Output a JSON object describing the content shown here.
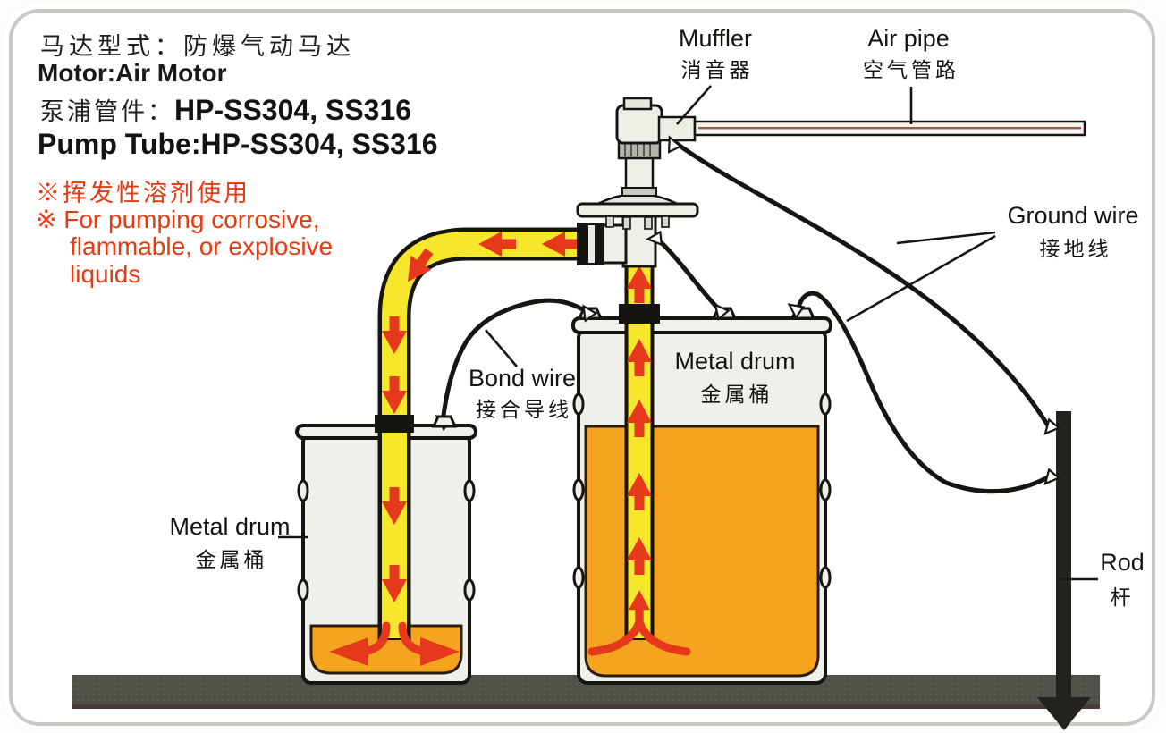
{
  "info": {
    "motor_type_zh": "马达型式：防爆气动马达",
    "motor_type_en": "Motor:Air Motor",
    "pump_tube_label_zh": "泵浦管件：",
    "pump_tube_value": "HP-SS304, SS316",
    "pump_tube_en": "Pump Tube:HP-SS304, SS316",
    "warning_zh": "※挥发性溶剂使用",
    "warning_en_1": "※ For pumping corrosive,",
    "warning_en_2": "flammable, or explosive",
    "warning_en_3": "liquids"
  },
  "labels": {
    "muffler": {
      "en": "Muffler",
      "zh": "消音器"
    },
    "air_pipe": {
      "en": "Air pipe",
      "zh": "空气管路"
    },
    "ground_wire": {
      "en": "Ground wire",
      "zh": "接地线"
    },
    "bond_wire": {
      "en": "Bond wire",
      "zh": "接合导线"
    },
    "metal_drum_large": {
      "en": "Metal drum",
      "zh": "金属桶"
    },
    "metal_drum_small": {
      "en": "Metal drum",
      "zh": "金属桶"
    },
    "rod": {
      "en": "Rod",
      "zh": "杆"
    }
  },
  "colors": {
    "warning_text": "#e63a10",
    "hose_yellow": "#f6e72c",
    "liquid_orange": "#f4a41e",
    "arrow_red": "#e5381c",
    "floor_gray": "#4e5147",
    "outline_black": "#17150f",
    "metal_light": "#efeee7"
  }
}
